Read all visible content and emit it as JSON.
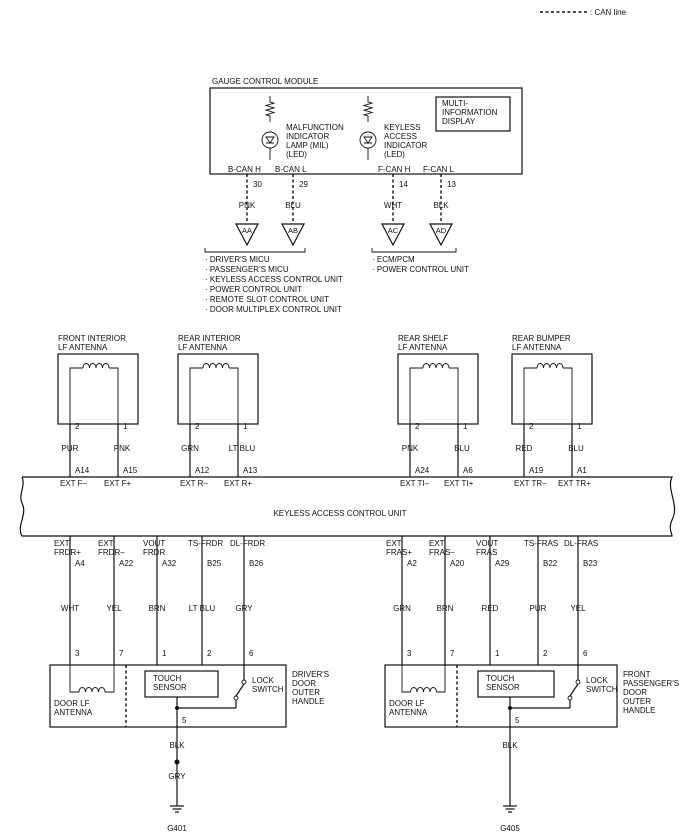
{
  "legend": {
    "can_line": ": CAN line"
  },
  "gcm": {
    "title": "GAUGE CONTROL MODULE",
    "mil": [
      "MALFUNCTION",
      "INDICATOR",
      "LAMP (MIL)",
      "(LED)"
    ],
    "kai": [
      "KEYLESS",
      "ACCESS",
      "INDICATOR",
      "(LED)"
    ],
    "mid": [
      "MULTI-",
      "INFORMATION",
      "DISPLAY"
    ],
    "pins": [
      {
        "name": "B-CAN H",
        "num": "30",
        "color": "PNK",
        "conn": "AA"
      },
      {
        "name": "B-CAN L",
        "num": "29",
        "color": "BLU",
        "conn": "AB"
      },
      {
        "name": "F-CAN H",
        "num": "14",
        "color": "WHT",
        "conn": "AC"
      },
      {
        "name": "F-CAN L",
        "num": "13",
        "color": "BLK",
        "conn": "AD"
      }
    ],
    "bcan_list": [
      "· DRIVER'S MICU",
      "· PASSENGER'S MICU",
      "· KEYLESS ACCESS CONTROL UNIT",
      "· POWER CONTROL UNIT",
      "· REMOTE SLOT CONTROL UNIT",
      "· DOOR MULTIPLEX CONTROL UNIT"
    ],
    "fcan_list": [
      "· ECM/PCM",
      "· POWER CONTROL UNIT"
    ]
  },
  "antennas": [
    {
      "title": [
        "FRONT INTERIOR",
        "LF ANTENNA"
      ],
      "p1": "2",
      "p2": "1",
      "c1": "PUR",
      "c2": "PNK",
      "k1": "A14",
      "k2": "A15",
      "s1": "EXT F–",
      "s2": "EXT F+"
    },
    {
      "title": [
        "REAR INTERIOR",
        "LF ANTENNA"
      ],
      "p1": "2",
      "p2": "1",
      "c1": "GRN",
      "c2": "LT BLU",
      "k1": "A12",
      "k2": "A13",
      "s1": "EXT R–",
      "s2": "EXT R+"
    },
    {
      "title": [
        "REAR SHELF",
        "LF ANTENNA"
      ],
      "p1": "2",
      "p2": "1",
      "c1": "PNK",
      "c2": "BLU",
      "k1": "A24",
      "k2": "A6",
      "s1": "EXT TI–",
      "s2": "EXT TI+"
    },
    {
      "title": [
        "REAR BUMPER",
        "LF ANTENNA"
      ],
      "p1": "2",
      "p2": "1",
      "c1": "RED",
      "c2": "BLU",
      "k1": "A19",
      "k2": "A1",
      "s1": "EXT TR–",
      "s2": "EXT TR+"
    }
  ],
  "kacu": {
    "title": "KEYLESS ACCESS CONTROL UNIT"
  },
  "doors": [
    {
      "terms": [
        [
          "EXT",
          "FRDR+"
        ],
        [
          "EXT",
          "FRDR–"
        ],
        [
          "VOUT",
          "FRDR"
        ],
        [
          "TS-FRDR"
        ],
        [
          "DL-FRDR"
        ]
      ],
      "pins": [
        "A4",
        "A22",
        "A32",
        "B25",
        "B26"
      ],
      "colors": [
        "WHT",
        "YEL",
        "BRN",
        "LT BLU",
        "GRY"
      ],
      "cpins": [
        "3",
        "7",
        "1",
        "2",
        "6"
      ],
      "antenna": [
        "DOOR LF",
        "ANTENNA"
      ],
      "sensor": [
        "TOUCH",
        "SENSOR"
      ],
      "switch": [
        "LOCK",
        "SWITCH"
      ],
      "handle": [
        "DRIVER'S",
        "DOOR",
        "OUTER",
        "HANDLE"
      ],
      "gnd_pin": "5",
      "wire1": "BLK",
      "wire2": "GRY",
      "ground": "G401"
    },
    {
      "terms": [
        [
          "EXT",
          "FRAS+"
        ],
        [
          "EXT",
          "FRAS–"
        ],
        [
          "VOUT",
          "FRAS"
        ],
        [
          "TS-FRAS"
        ],
        [
          "DL-FRAS"
        ]
      ],
      "pins": [
        "A2",
        "A20",
        "A29",
        "B22",
        "B23"
      ],
      "colors": [
        "GRN",
        "BRN",
        "RED",
        "PUR",
        "YEL"
      ],
      "cpins": [
        "3",
        "7",
        "1",
        "2",
        "6"
      ],
      "antenna": [
        "DOOR LF",
        "ANTENNA"
      ],
      "sensor": [
        "TOUCH",
        "SENSOR"
      ],
      "switch": [
        "LOCK",
        "SWITCH"
      ],
      "handle": [
        "FRONT",
        "PASSENGER'S",
        "DOOR",
        "OUTER",
        "HANDLE"
      ],
      "gnd_pin": "5",
      "wire1": "BLK",
      "wire2": "",
      "ground": "G405"
    }
  ]
}
